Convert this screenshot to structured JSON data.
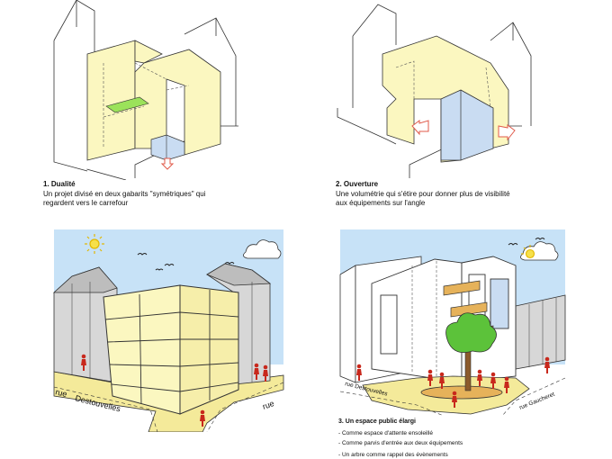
{
  "panels": [
    {
      "number_title": "1. Dualité",
      "description": "Un projet divisé en deux gabarits \"symétriques\" qui regardent vers le carrefour"
    },
    {
      "number_title": "2. Ouverture",
      "description": "Une volumétrie qui s'étire pour donner plus de visibilité aux équipements sur l'angle"
    },
    {
      "street_left": "rue",
      "street_left_name": "Destouvelles",
      "street_right": "rue"
    },
    {
      "number_title": "3. Un espace public élargi",
      "street_left": "rue Destouvelles",
      "street_right": "rue Gaucheret",
      "bullets": [
        "- Comme espace d'attente ensoleillé",
        "- Comme parvis d'entrée aux deux équipements",
        "- Un arbre comme rappel des évènements"
      ]
    }
  ],
  "colors": {
    "volume_yellow": "#fbf7c0",
    "volume_blue": "#c9dcf2",
    "roof_green": "#9be25a",
    "sky_blue": "#c7e2f7",
    "ground_yellow": "#f4ea9a",
    "people_red": "#c8281c",
    "tree_green": "#5cc23a",
    "wood_orange": "#e6b25a",
    "arrow_red": "#e05a4a"
  }
}
